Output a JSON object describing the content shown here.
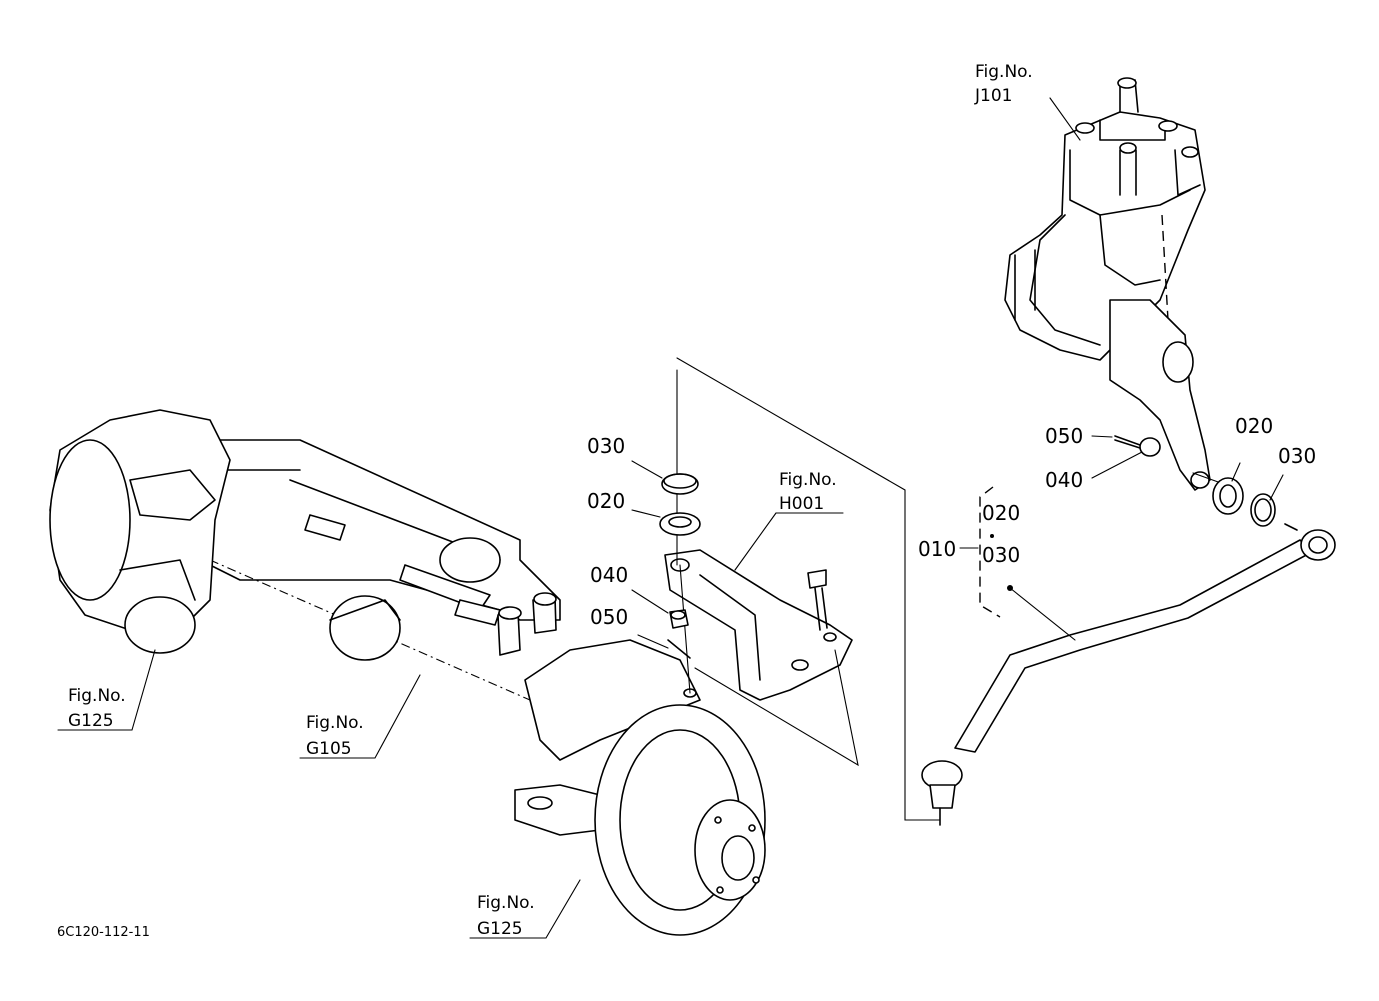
{
  "drawing_code": "6C120-112-11",
  "fig_refs": [
    {
      "line1": "Fig.No.",
      "line2": "J101"
    },
    {
      "line1": "Fig.No.",
      "line2": "H001"
    },
    {
      "line1": "Fig.No.",
      "line2": "G125"
    },
    {
      "line1": "Fig.No.",
      "line2": "G105"
    },
    {
      "line1": "Fig.No.",
      "line2": "G125"
    }
  ],
  "part_labels": {
    "seal_left_030": "030",
    "seal_left_020": "020",
    "nut_left_040": "040",
    "pin_left_050": "050",
    "pin_right_050": "050",
    "nut_right_040": "040",
    "seal_right_020": "020",
    "seal_right_030": "030",
    "assembly_010": "010",
    "assembly_020": "020",
    "assembly_030": "030"
  }
}
